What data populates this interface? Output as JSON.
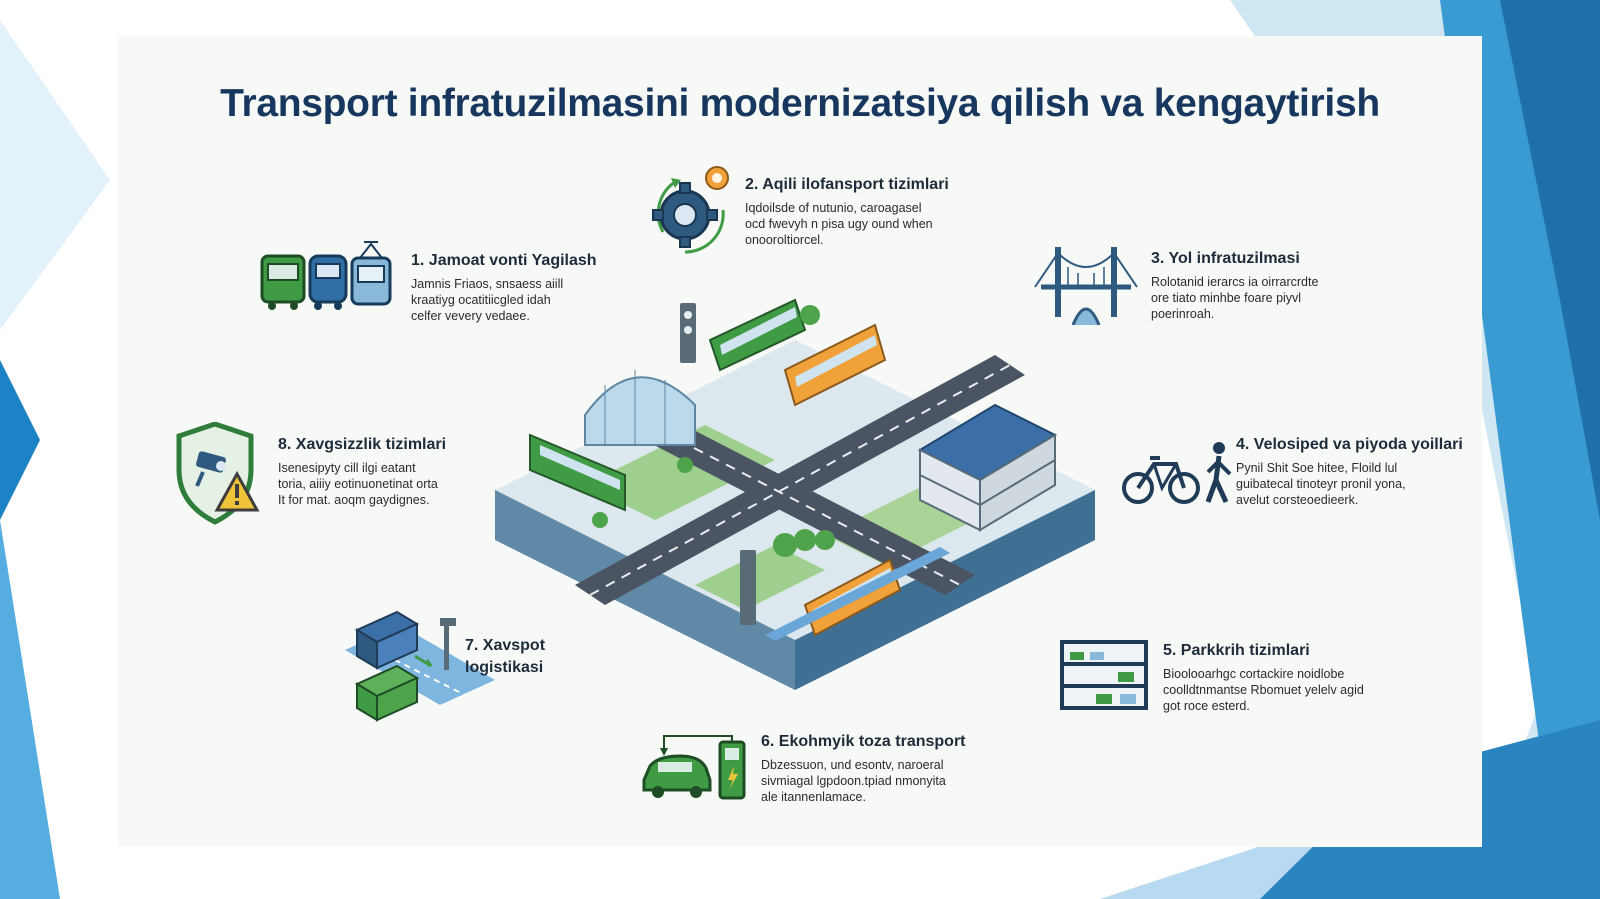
{
  "title": "Transport infratuzilmasini modernizatsiya qilish va kengaytirish",
  "features": [
    {
      "heading": "1. Jamoat vonti Yagilash",
      "text": "Jamnis Friaos, snsaess aiill\nkraatiyg ocatitiicgled idah\ncelfer vevery vedaee."
    },
    {
      "heading": "2. Aqili ilofansport tizimlari",
      "text": "Iqdoilsde of nutunio, caroagasel\nocd fwevyh n pisa ugy ound when\nonooroltiorcel."
    },
    {
      "heading": "3. Yol infratuzilmasi",
      "text": "Rolotanid ierarcs ia oirrarcrdte\nore tiato minhbe foare piyvl\npoerinroah."
    },
    {
      "heading": "4. Velosiped va piyoda yoillari",
      "text": "Pynil Shit Soe hitee, Floild lul\nguibatecal tinoteyr pronil yona,\navelut corsteoedieerk."
    },
    {
      "heading": "5. Parkkrih tizimlari",
      "text": "Bioolooarhgc cortackire noidlobe\ncoolldtnmantse Rbomuet yelelv agid\ngot roce esterd."
    },
    {
      "heading": "6. Ekohmyik toza transport",
      "text": "Dbzessuon, und esontv, naroeral\nsivmiagal lgpdoon.tpiad nmonyita\nale itannenlamace."
    },
    {
      "heading": "7. Xavspot\nlogistikasi",
      "text": ""
    },
    {
      "heading": "8. Xavgsizzlik tizimlari",
      "text": "Isenesipyty cill ilgi eatant\ntoria, aiiiy eotinuonetinat orta\nIt for mat. aoqm gaydignes."
    }
  ],
  "colors": {
    "title": "#17375e",
    "green": "#3f9c45",
    "blue": "#2f6fa5",
    "orange": "#f0a13a",
    "road": "#4a5462",
    "bg_accent": "#2c8fc9"
  },
  "icons": [
    "bus-tram-icon",
    "gear-icon",
    "bridge-icon",
    "bicycle-pedestrian-icon",
    "parking-garage-icon",
    "ev-charging-icon",
    "logistics-container-icon",
    "security-shield-icon"
  ]
}
